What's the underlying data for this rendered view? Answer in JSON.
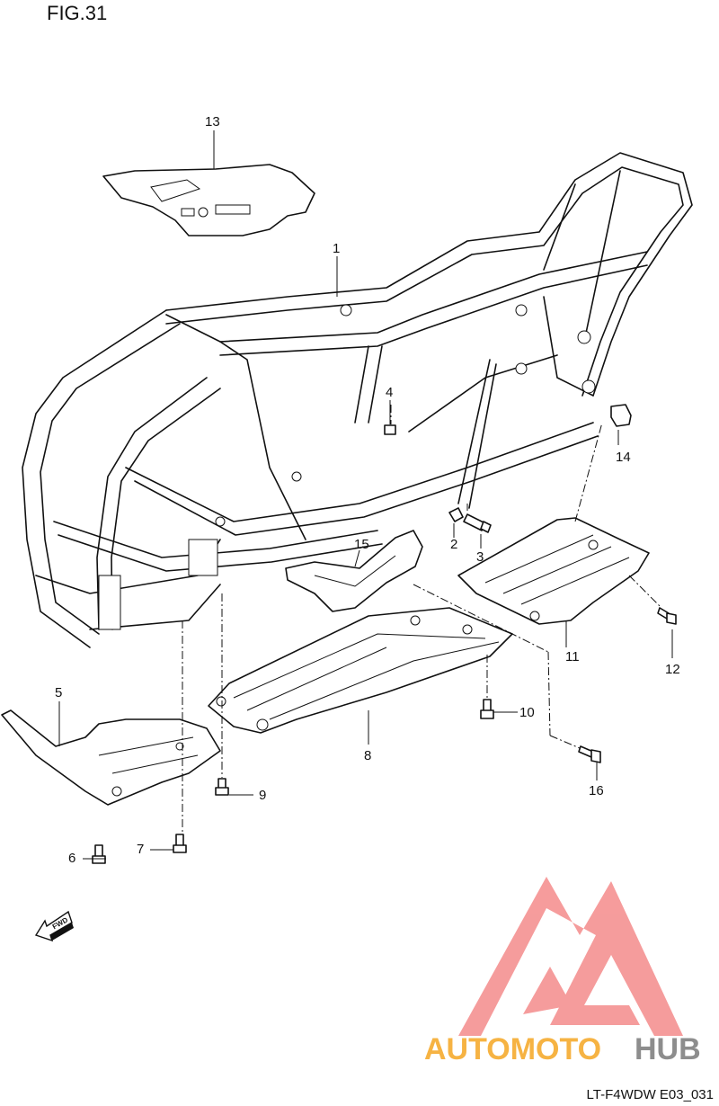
{
  "figure_title": "FIG.31",
  "callouts": [
    "1",
    "2",
    "3",
    "4",
    "5",
    "6",
    "7",
    "8",
    "9",
    "10",
    "11",
    "12",
    "13",
    "14",
    "15",
    "16"
  ],
  "fwd_label": "FWD",
  "watermark": {
    "text_orange": "AUTOMOTO",
    "text_gray": "HUB",
    "color_red": "#f26d6d",
    "color_orange": "#f5a623",
    "color_gray": "#7a7a7a"
  },
  "diagram_code": "LT-F4WDW E03_031"
}
